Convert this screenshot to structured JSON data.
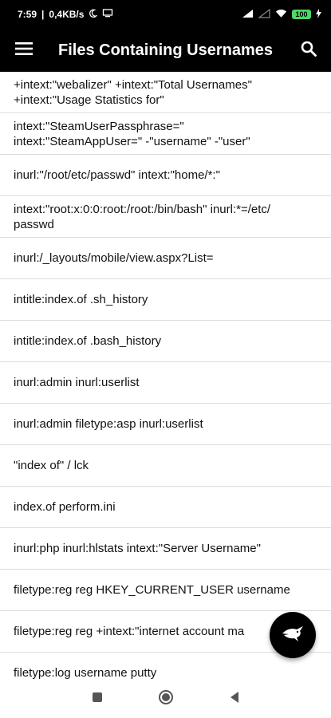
{
  "status": {
    "time": "7:59",
    "network_speed": "0,4KB/s",
    "battery": "100"
  },
  "appbar": {
    "title": "Files Containing Usernames",
    "menu_icon": "hamburger-menu-icon",
    "search_icon": "search-icon"
  },
  "items": [
    {
      "text": "+intext:\"webalizer\" +intext:\"Total Usernames\"\n+intext:\"Usage Statistics for\""
    },
    {
      "text": "intext:\"SteamUserPassphrase=\"\nintext:\"SteamAppUser=\" -\"username\" -\"user\""
    },
    {
      "text": "inurl:\"/root/etc/passwd\" intext:\"home/*:\""
    },
    {
      "text": "intext:\"root:x:0:0:root:/root:/bin/bash\" inurl:*=/etc/\npasswd"
    },
    {
      "text": "inurl:/_layouts/mobile/view.aspx?List="
    },
    {
      "text": "intitle:index.of .sh_history"
    },
    {
      "text": "intitle:index.of .bash_history"
    },
    {
      "text": "inurl:admin inurl:userlist"
    },
    {
      "text": "inurl:admin filetype:asp inurl:userlist"
    },
    {
      "text": "\"index of\" / lck"
    },
    {
      "text": "index.of perform.ini"
    },
    {
      "text": "inurl:php inurl:hlstats intext:\"Server Username\""
    },
    {
      "text": "filetype:reg reg HKEY_CURRENT_USER username"
    },
    {
      "text": "filetype:reg reg +intext:\"internet account ma"
    },
    {
      "text": "filetype:log username putty"
    }
  ],
  "fab": {
    "icon": "hacker-bird-icon"
  },
  "navbar": {
    "recents_icon": "square-recents-icon",
    "home_icon": "circle-home-icon",
    "back_icon": "triangle-back-icon"
  },
  "colors": {
    "appbar": "#000000",
    "divider": "#dcdcdc",
    "text": "#111111"
  }
}
